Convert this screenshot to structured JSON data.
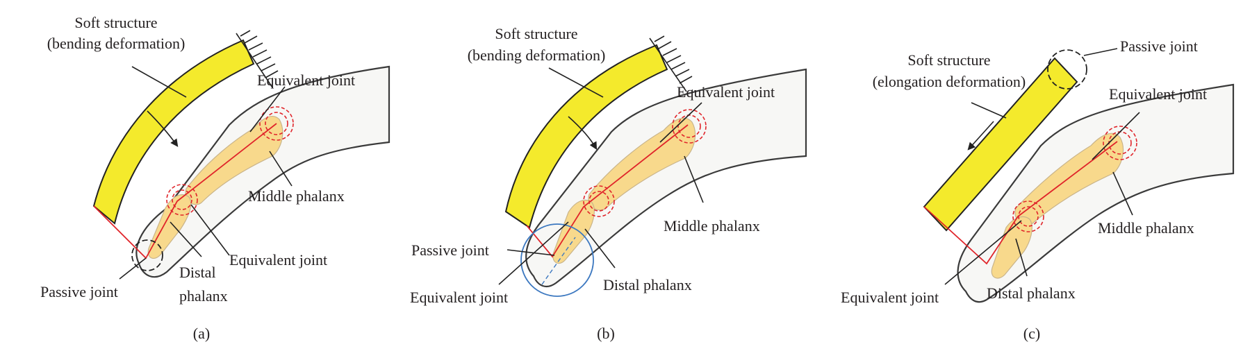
{
  "panels": [
    {
      "caption": "(a)",
      "labels": {
        "soft_structure_1": "Soft structure",
        "soft_structure_2": "(bending deformation)",
        "equivalent_joint_top": "Equivalent joint",
        "middle_phalanx": "Middle phalanx",
        "equivalent_joint_bottom": "Equivalent joint",
        "distal_1": "Distal",
        "distal_2": "phalanx",
        "passive_joint": "Passive joint"
      }
    },
    {
      "caption": "(b)",
      "labels": {
        "soft_structure_1": "Soft structure",
        "soft_structure_2": "(bending deformation)",
        "equivalent_joint_top": "Equivalent joint",
        "middle_phalanx": "Middle phalanx",
        "passive_joint": "Passive joint",
        "equivalent_joint_bottom": "Equivalent joint",
        "distal_phalanx": "Distal phalanx"
      }
    },
    {
      "caption": "(c)",
      "labels": {
        "soft_structure_1": "Soft structure",
        "soft_structure_2": "(elongation deformation)",
        "passive_joint": "Passive joint",
        "equivalent_joint_top": "Equivalent joint",
        "middle_phalanx": "Middle phalanx",
        "equivalent_joint_bottom": "Equivalent joint",
        "distal_phalanx": "Distal phalanx"
      }
    }
  ],
  "colors": {
    "soft_structure": "#f4ea2c",
    "bone": "#f8d98c",
    "joint_marker": "#e0242a",
    "highlight_circle": "#3c78c0",
    "text": "#231f20"
  }
}
